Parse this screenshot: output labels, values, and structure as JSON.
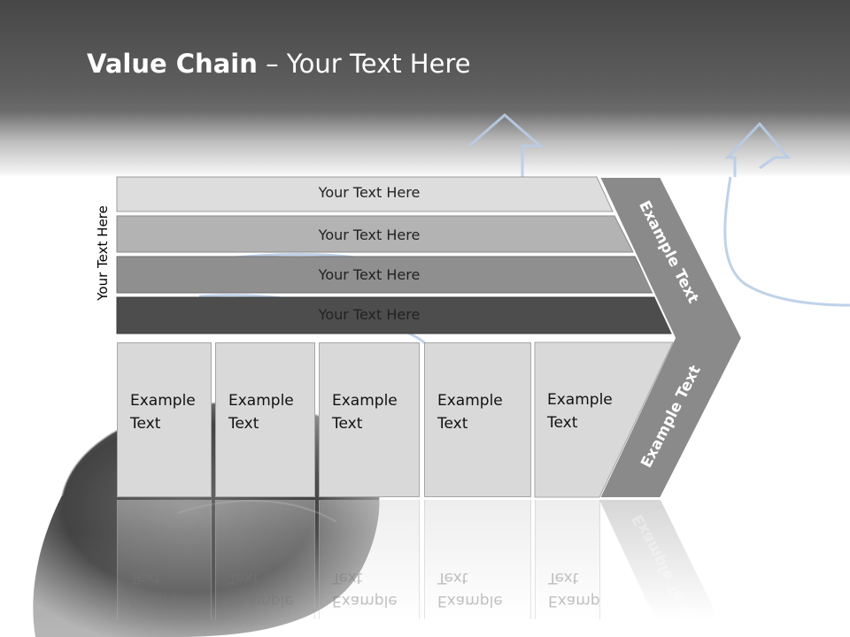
{
  "title": {
    "bold": "Value Chain",
    "rest": " – Your Text Here"
  },
  "side_label": "Your Text Here",
  "bars": [
    {
      "label": "Your Text Here"
    },
    {
      "label": "Your Text Here"
    },
    {
      "label": "Your Text Here"
    },
    {
      "label": "Your Text Here"
    }
  ],
  "columns": [
    {
      "line1": "Example",
      "line2": "Text"
    },
    {
      "line1": "Example",
      "line2": "Text"
    },
    {
      "line1": "Example",
      "line2": "Text"
    },
    {
      "line1": "Example",
      "line2": "Text"
    },
    {
      "line1": "Example",
      "line2": "Text"
    }
  ],
  "chevron": {
    "top_label": "Example Text",
    "bottom_label": "Example Text"
  },
  "colors": {
    "header": "#5e5e5e",
    "bar1": "#dddddd",
    "bar2": "#b3b3b3",
    "bar3": "#8f8f8f",
    "bar4": "#4d4d4d",
    "chevron": "#8a8a8a",
    "columns": "#d9d9d9",
    "arrow_decor": "#b8cde6"
  },
  "icons": [
    "mouse-image",
    "arrow-decoration"
  ]
}
